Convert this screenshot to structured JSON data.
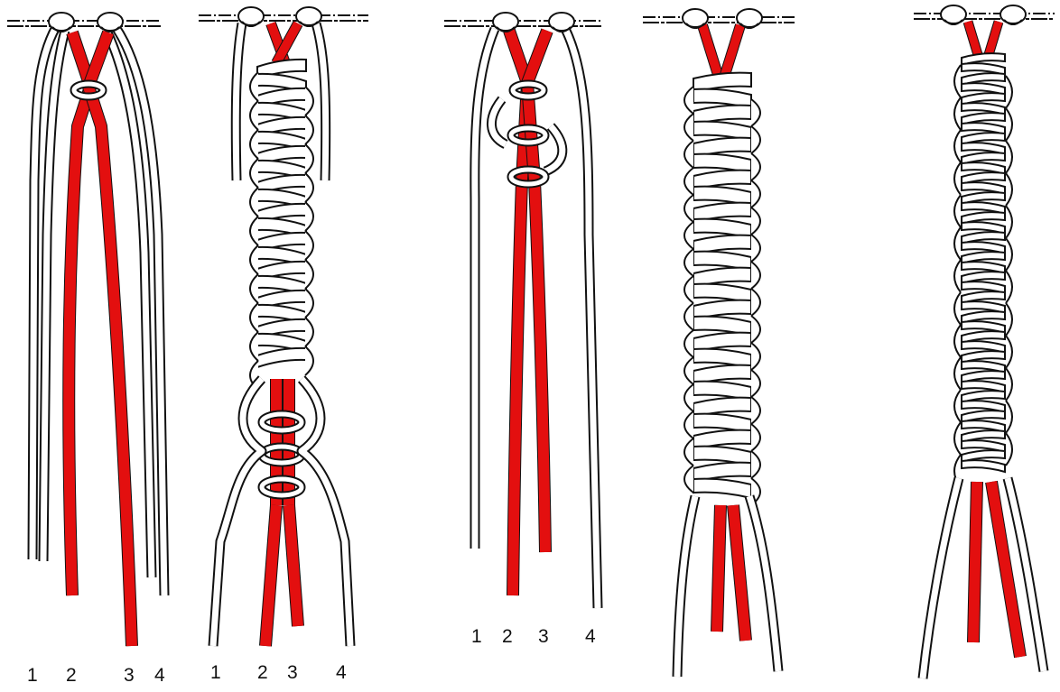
{
  "colors": {
    "background": "#ffffff",
    "ink": "#111111",
    "cord": "#ffffff",
    "core_cord": "#e30f0f"
  },
  "panels": [
    {
      "labels": [
        "1",
        "2",
        "3",
        "4"
      ]
    },
    {
      "labels": [
        "1",
        "2",
        "3",
        "4"
      ]
    },
    {
      "labels": [
        "1",
        "2",
        "3",
        "4"
      ]
    },
    {
      "labels": []
    },
    {
      "labels": []
    }
  ]
}
